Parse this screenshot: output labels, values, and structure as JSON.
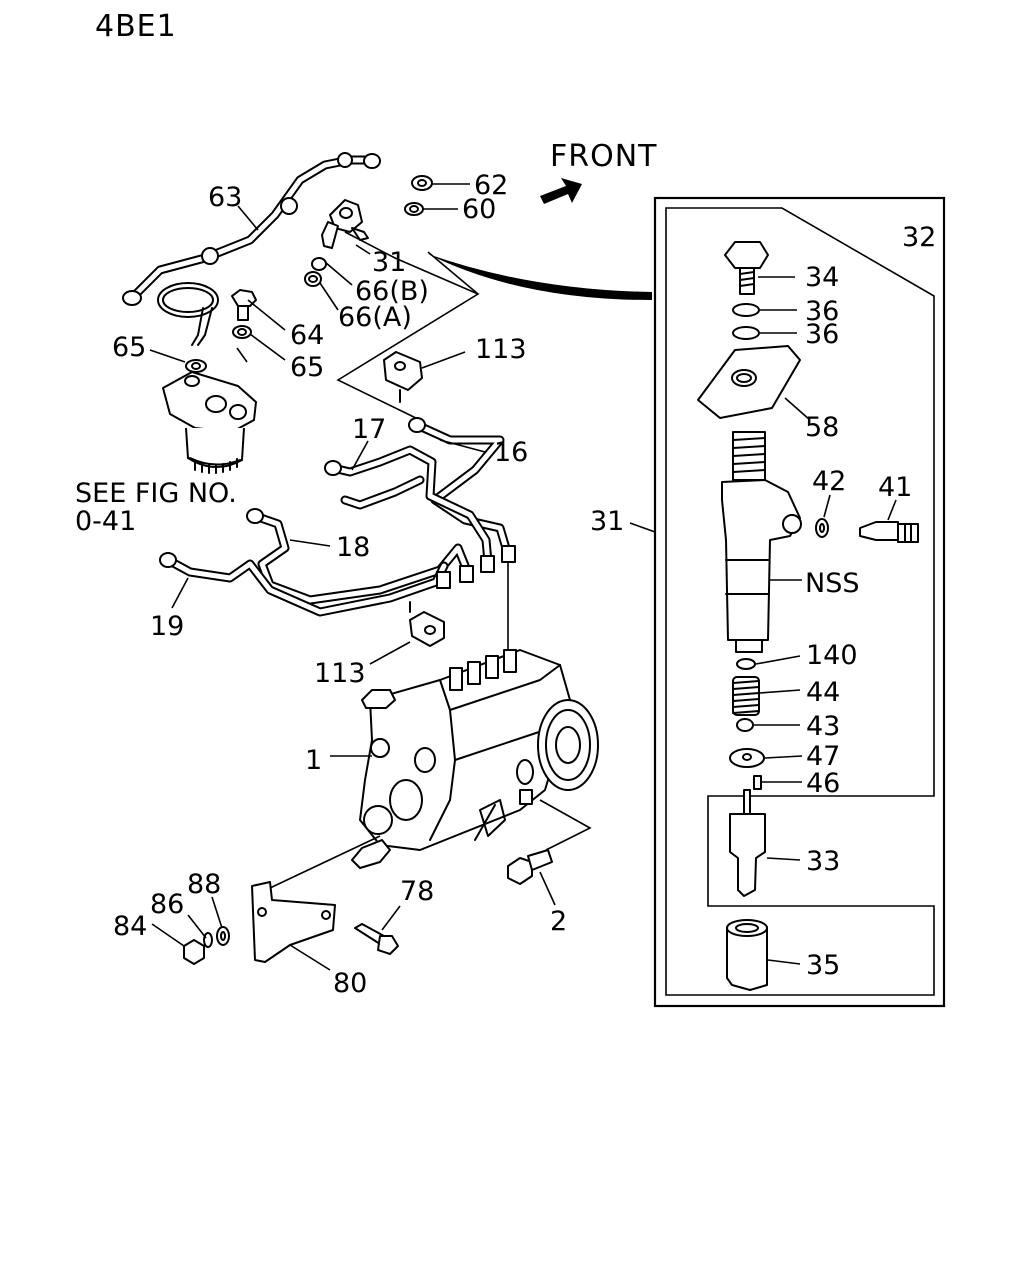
{
  "header": {
    "model": "4BE1"
  },
  "direction": {
    "label": "FRONT"
  },
  "see_fig": {
    "line1": "SEE FIG NO.",
    "line2": "0-41"
  },
  "callouts": {
    "c63": "63",
    "c62": "62",
    "c60": "60",
    "c31a": "31",
    "c66b": "66(B)",
    "c66a": "66(A)",
    "c64": "64",
    "c65a": "65",
    "c65b": "65",
    "c113a": "113",
    "c17": "17",
    "c16": "16",
    "c18": "18",
    "c19": "19",
    "c113b": "113",
    "c1": "1",
    "c2": "2",
    "c78": "78",
    "c80": "80",
    "c84": "84",
    "c86": "86",
    "c88": "88",
    "c32": "32",
    "c31b": "31",
    "c34": "34",
    "c36a": "36",
    "c36b": "36",
    "c58": "58",
    "c42": "42",
    "c41": "41",
    "cnss": "NSS",
    "c140": "140",
    "c44": "44",
    "c43": "43",
    "c47": "47",
    "c46": "46",
    "c33": "33",
    "c35": "35"
  }
}
